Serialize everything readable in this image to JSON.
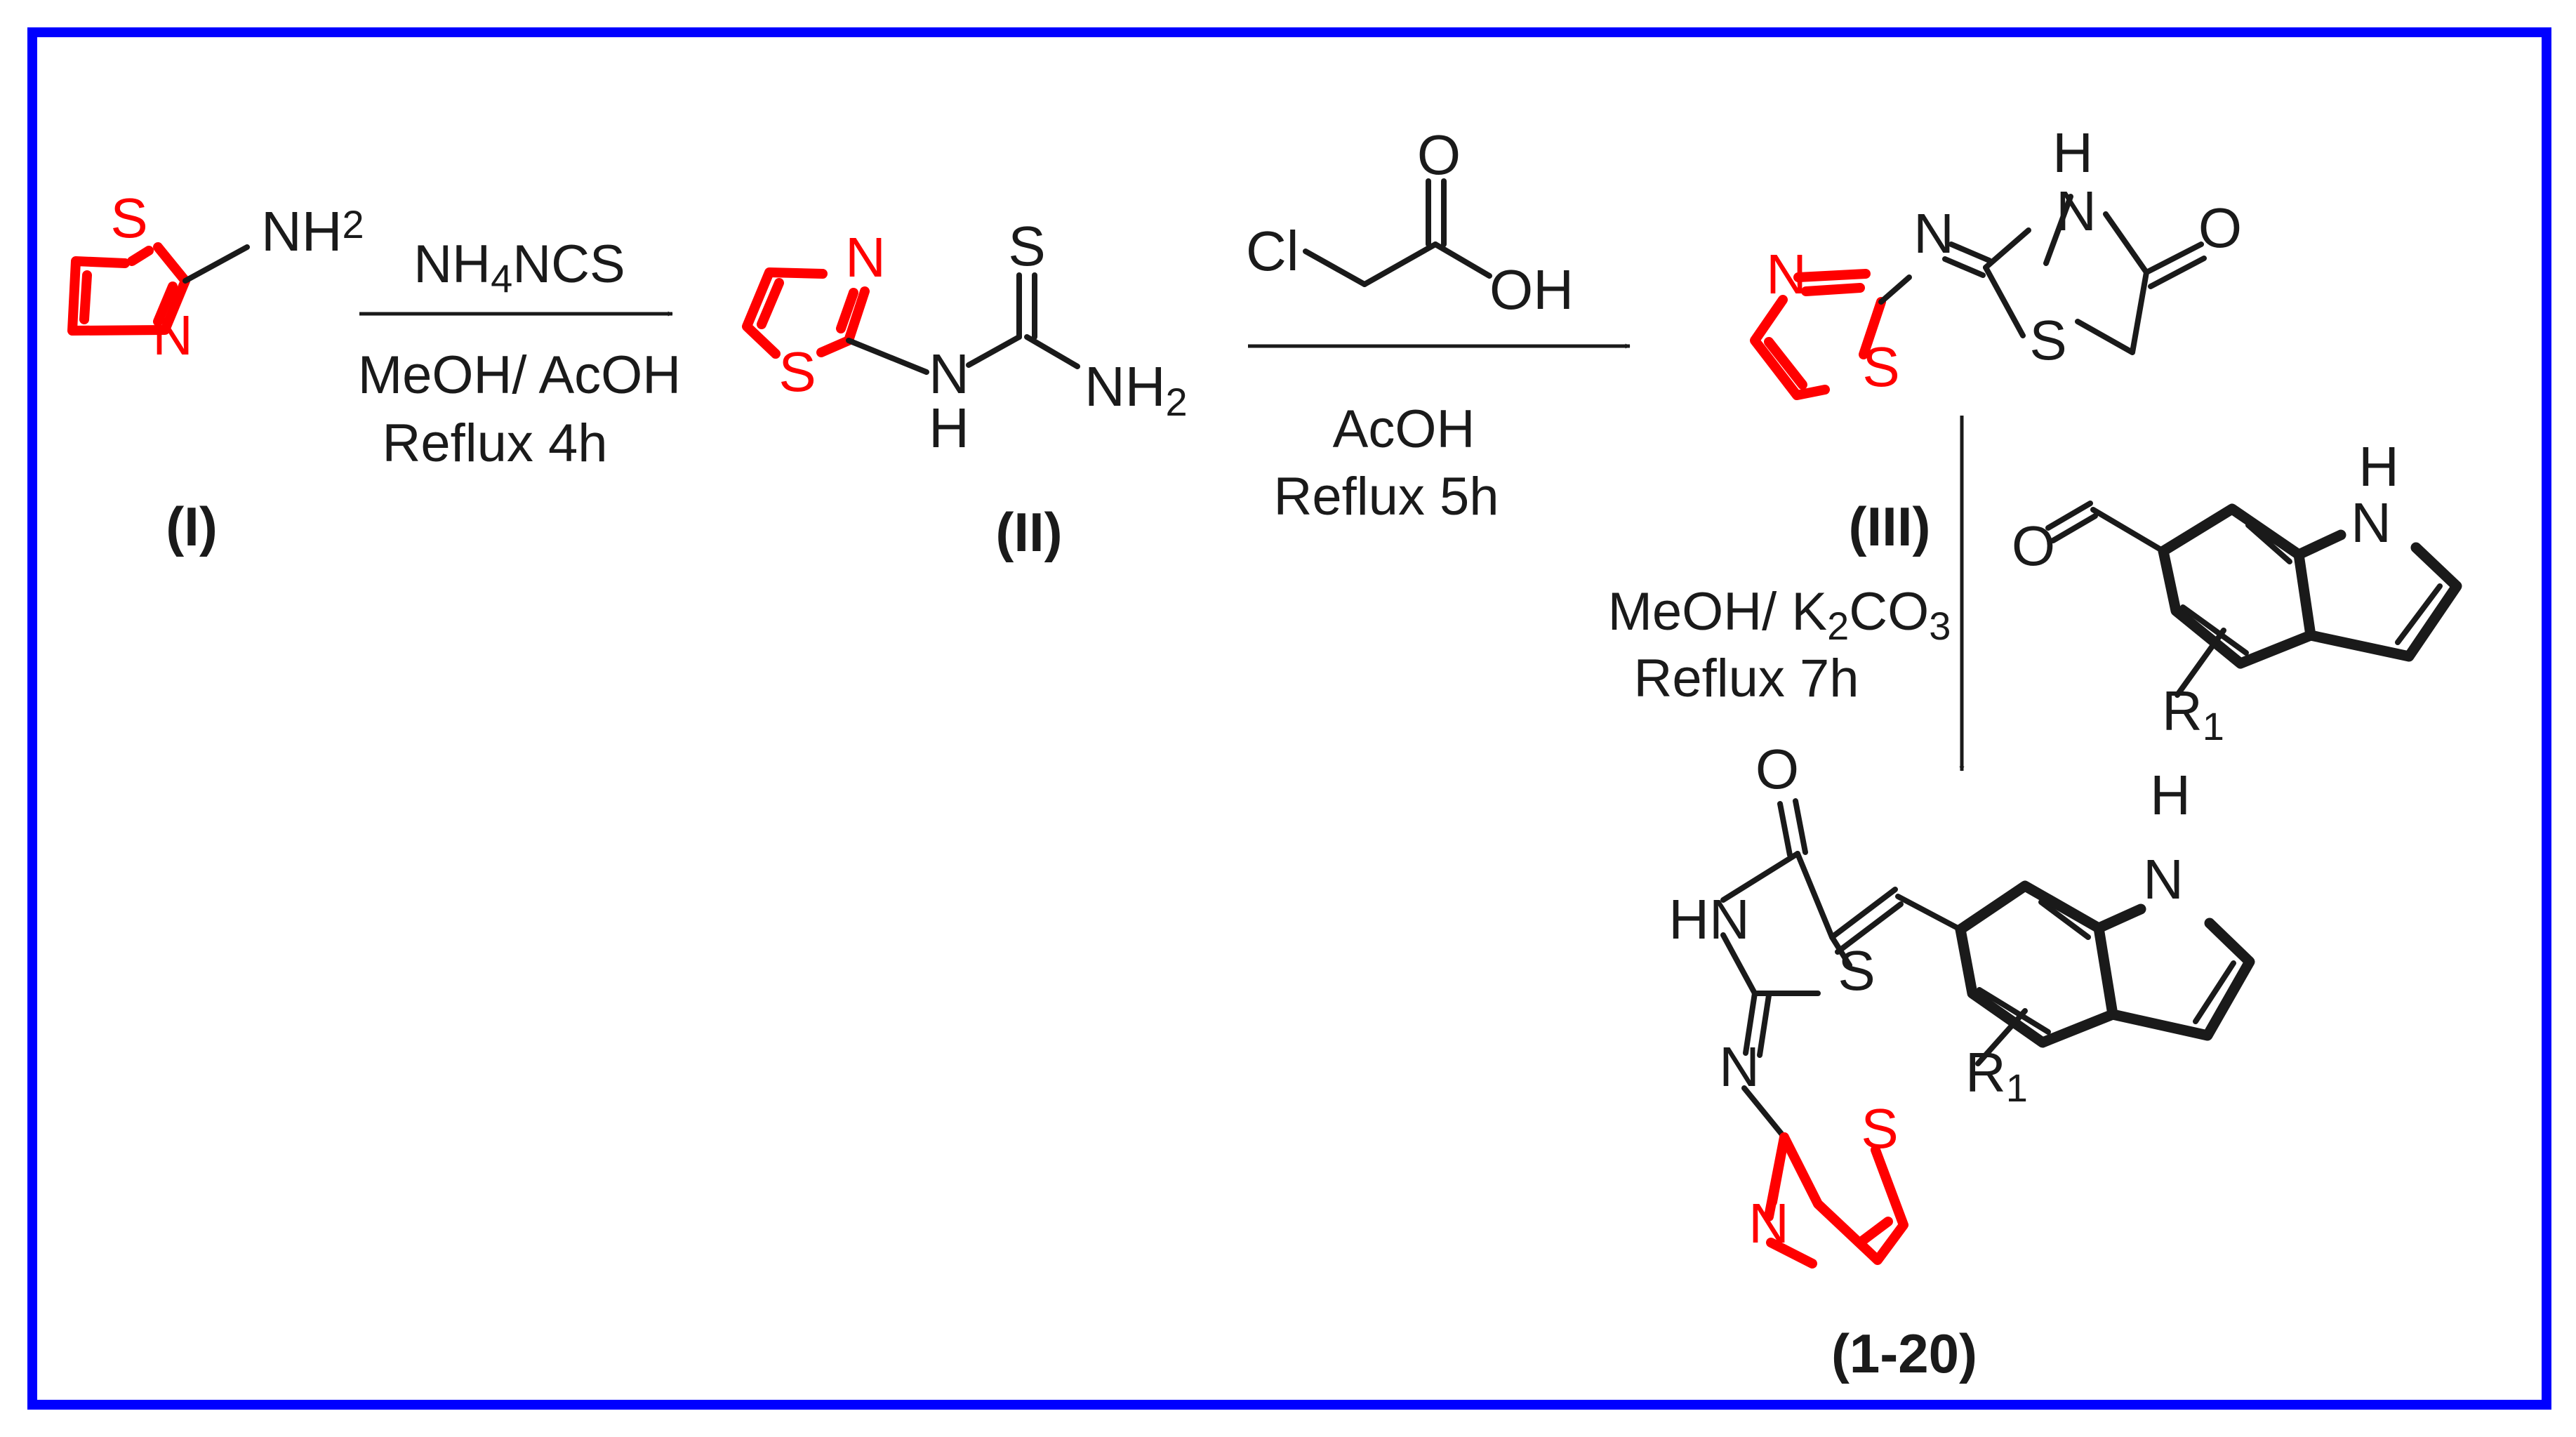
{
  "colors": {
    "frame": "#0000ff",
    "thiazole_ring": "#ff0000",
    "ink": "#1a1a1a",
    "background": "#ffffff"
  },
  "compounds": {
    "c1": {
      "label": "(I)",
      "amine": "NH",
      "amine_sub": "2",
      "ring_S": "S",
      "ring_N": "N"
    },
    "c2": {
      "label": "(II)",
      "ring_S": "S",
      "ring_N": "N",
      "thione_S": "S",
      "nh": "N",
      "nh_h": "H",
      "amine": "NH",
      "amine_sub": "2"
    },
    "c3": {
      "label": "(III)",
      "ring_S": "S",
      "ring_N": "N",
      "imine_N": "N",
      "nh_n": "N",
      "nh_h": "H",
      "ring2_S": "S",
      "carbonyl_O": "O"
    },
    "reagent_chloroacetic": {
      "cl": "Cl",
      "o": "O",
      "oh": "OH"
    },
    "reagent_indole": {
      "o": "O",
      "nh_n": "N",
      "nh_h": "H",
      "r": "R",
      "r_sub": "1"
    },
    "product": {
      "label": "(1-20)",
      "o": "O",
      "hn": "HN",
      "s": "S",
      "imine_N": "N",
      "ring_S": "S",
      "ring_N": "N",
      "nh_n": "N",
      "nh_h": "H",
      "r": "R",
      "r_sub": "1"
    }
  },
  "steps": [
    {
      "reagent_a": "NH",
      "reagent_a_sub": "4",
      "reagent_b": "NCS",
      "solvent": "MeOH/ AcOH",
      "conditions": "Reflux 4h"
    },
    {
      "solvent": "AcOH",
      "conditions": "Reflux 5h"
    },
    {
      "solvent_a": "MeOH/ K",
      "solvent_sub1": "2",
      "solvent_b": "CO",
      "solvent_sub2": "3",
      "conditions": "Reflux 7h"
    }
  ]
}
